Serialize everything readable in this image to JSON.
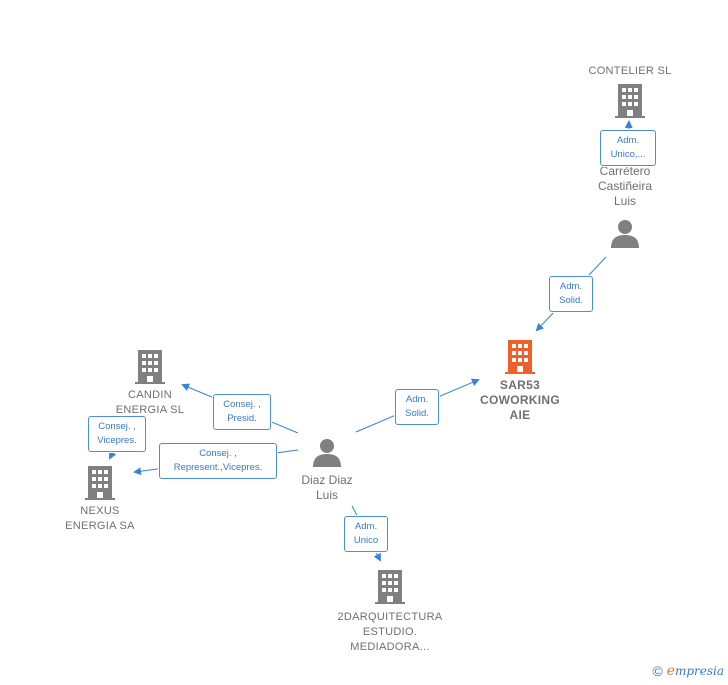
{
  "nodes": {
    "contelier": {
      "label": "CONTELIER  SL"
    },
    "carretero": {
      "line1": "Carretero",
      "line2": "Castiñeira",
      "line3": "Luis"
    },
    "sar53": {
      "line1": "SAR53",
      "line2": "COWORKING",
      "line3": "AIE"
    },
    "candin": {
      "line1": "CANDIN",
      "line2": "ENERGIA SL"
    },
    "nexus": {
      "line1": "NEXUS",
      "line2": "ENERGIA SA"
    },
    "diaz": {
      "line1": "Diaz Diaz",
      "line2": "Luis"
    },
    "darq": {
      "line1": "2DARQUITECTURA",
      "line2": "ESTUDIO.",
      "line3": "MEDIADORA..."
    }
  },
  "edges": {
    "e1": {
      "line1": "Adm.",
      "line2": "Unico,..."
    },
    "e2": {
      "line1": "Adm.",
      "line2": "Solid."
    },
    "e3": {
      "line1": "Adm.",
      "line2": "Solid."
    },
    "e4": {
      "line1": "Consej. ,",
      "line2": "Presid."
    },
    "e5": {
      "line1": "Consej. ,",
      "line2": "Vicepres."
    },
    "e6": {
      "line1": "Consej. ,",
      "line2": "Represent.,Vicepres."
    },
    "e7": {
      "line1": "Adm.",
      "line2": "Unico"
    }
  },
  "footer": {
    "copyright": "©",
    "brand_e": "e",
    "brand_rest": "mpresia"
  },
  "colors": {
    "building": "#808080",
    "main_building": "#f0602a",
    "person": "#808080",
    "edge": "#3a84d4"
  }
}
